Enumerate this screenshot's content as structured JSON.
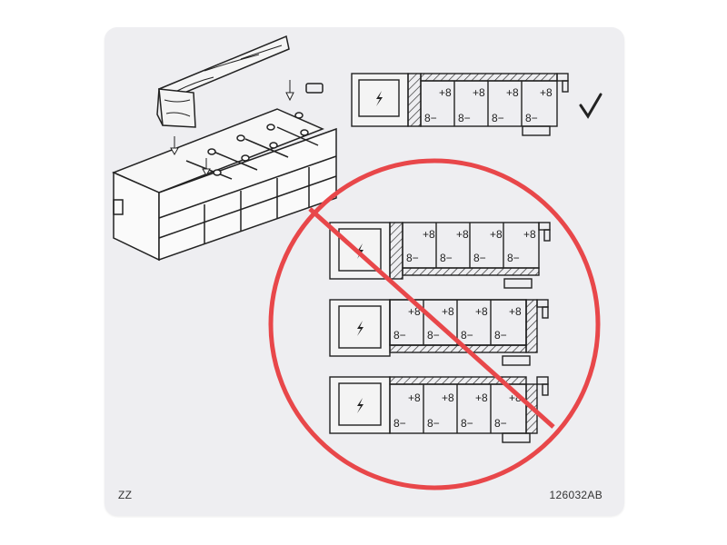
{
  "label": {
    "background": "#eeeef1",
    "left_code": "ZZ",
    "right_code": "126032AB"
  },
  "icons": {
    "correct": "checkmark-icon",
    "prohibited": "prohibition-circle-icon",
    "electric": "lightning-bolt-icon"
  },
  "colors": {
    "ink": "#222222",
    "prohibited_red": "#e8474a"
  },
  "battery_cells": {
    "positive_terminal": "+8",
    "negative_terminal": "8-",
    "count_per_row": 4
  },
  "diagrams": [
    {
      "name": "isometric-battery-tray",
      "spacer_position": "top-rear"
    },
    {
      "name": "correct-layout",
      "spacer_position": "top",
      "status": "correct"
    },
    {
      "name": "incorrect-layout-1",
      "spacer_position": "bottom",
      "status": "prohibited"
    },
    {
      "name": "incorrect-layout-2",
      "spacer_position": "bottom-right",
      "status": "prohibited"
    },
    {
      "name": "incorrect-layout-3",
      "spacer_position": "top-right",
      "status": "prohibited"
    }
  ]
}
